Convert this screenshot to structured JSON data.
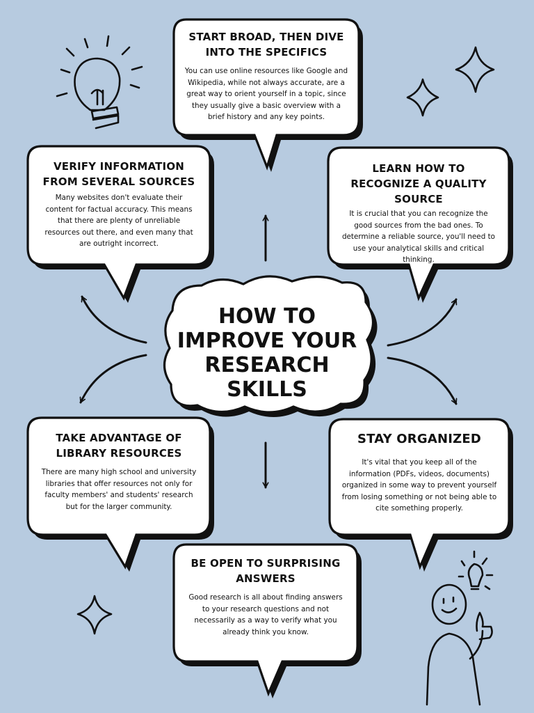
{
  "infographic": {
    "center_title": "HOW TO IMPROVE YOUR RESEARCH SKILLS",
    "tips": [
      {
        "title": "START BROAD, THEN DIVE INTO THE SPECIFICS",
        "body": "You can use online resources like Google and Wikipedia, while not always accurate, are a great way to orient yourself in a topic, since they usually give a basic overview with a brief history and any key points."
      },
      {
        "title": "VERIFY INFORMATION FROM SEVERAL SOURCES",
        "body": "Many websites don't evaluate their content for factual accuracy. This means that there are plenty of unreliable resources out there, and even many that are outright incorrect."
      },
      {
        "title": "LEARN HOW TO RECOGNIZE A QUALITY SOURCE",
        "body": "It is crucial that you can recognize the good sources from the bad ones. To determine a reliable source, you'll need to use your analytical skills and critical thinking."
      },
      {
        "title": "TAKE ADVANTAGE OF LIBRARY RESOURCES",
        "body": "There are many high school and university libraries that offer resources not only for faculty members' and students' research but for the larger community."
      },
      {
        "title": "STAY ORGANIZED",
        "body": "It's vital that you keep all of the information (PDFs, videos, documents) organized in some way to prevent yourself from losing something or not being able to cite something properly."
      },
      {
        "title": "BE OPEN TO SURPRISING ANSWERS",
        "body": "Good research is all about finding answers to your research questions and not necessarily as a way to verify what you already think you know."
      }
    ],
    "decorations": [
      "lightbulb-icon",
      "sparkle-icon",
      "person-thumbs-up-icon"
    ],
    "colors": {
      "background": "#b7cbe0",
      "bubble_fill": "#ffffff",
      "ink": "#111111"
    }
  }
}
